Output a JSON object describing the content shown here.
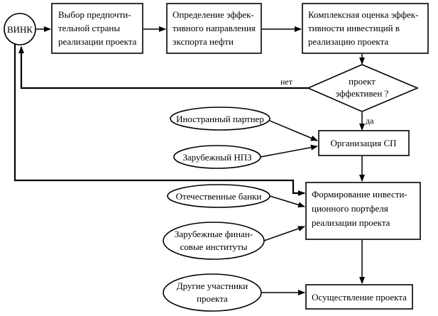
{
  "nodes": {
    "vink": "ВИНК",
    "select_country": [
      "Выбор предпочти-",
      "тельной страны",
      "реализации проекта"
    ],
    "export_direction": [
      "Определение эффек-",
      "тивного направления",
      "экспорта нефти"
    ],
    "investment_eval": [
      "Комплексная оценка эффек-",
      "тивности инвестиций в",
      "реализацию проекта"
    ],
    "decision": [
      "проект",
      "эффективен ?"
    ],
    "jv_org": "Организация СП",
    "foreign_partner": "Иностранный партнер",
    "foreign_refinery": "Зарубежный НПЗ",
    "portfolio": [
      "Формирование инвести-",
      "ционного портфеля",
      "реализации проекта"
    ],
    "domestic_banks": "Отечественные банки",
    "foreign_fin": [
      "Зарубежные финан-",
      "совые институты"
    ],
    "other_participants": [
      "Другие участники",
      "проекта"
    ],
    "implementation": "Осуществление проекта"
  },
  "edge_labels": {
    "no": "нет",
    "yes": "да"
  }
}
